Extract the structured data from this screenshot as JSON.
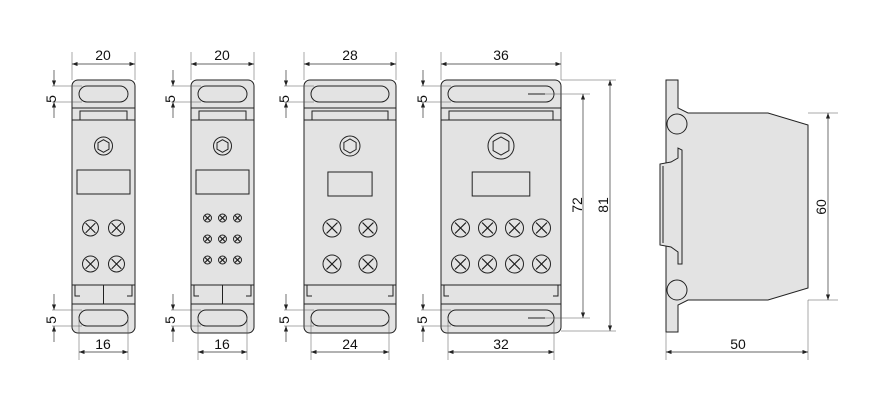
{
  "drawing": {
    "view1": {
      "width_top": "20",
      "width_bottom": "16",
      "slot_top": "5",
      "slot_bottom": "5",
      "screws": "2x2"
    },
    "view2": {
      "width_top": "20",
      "width_bottom": "16",
      "slot_top": "5",
      "slot_bottom": "5",
      "screws": "3x3"
    },
    "view3": {
      "width_top": "28",
      "width_bottom": "24",
      "slot_top": "5",
      "slot_bottom": "5",
      "screws": "2x2"
    },
    "view4": {
      "width_top": "36",
      "width_bottom": "32",
      "slot_top": "5",
      "slot_bottom": "5",
      "height_inner": "72",
      "height_outer": "81",
      "screws": "4x2"
    },
    "side_view": {
      "depth": "50",
      "height": "60"
    }
  }
}
